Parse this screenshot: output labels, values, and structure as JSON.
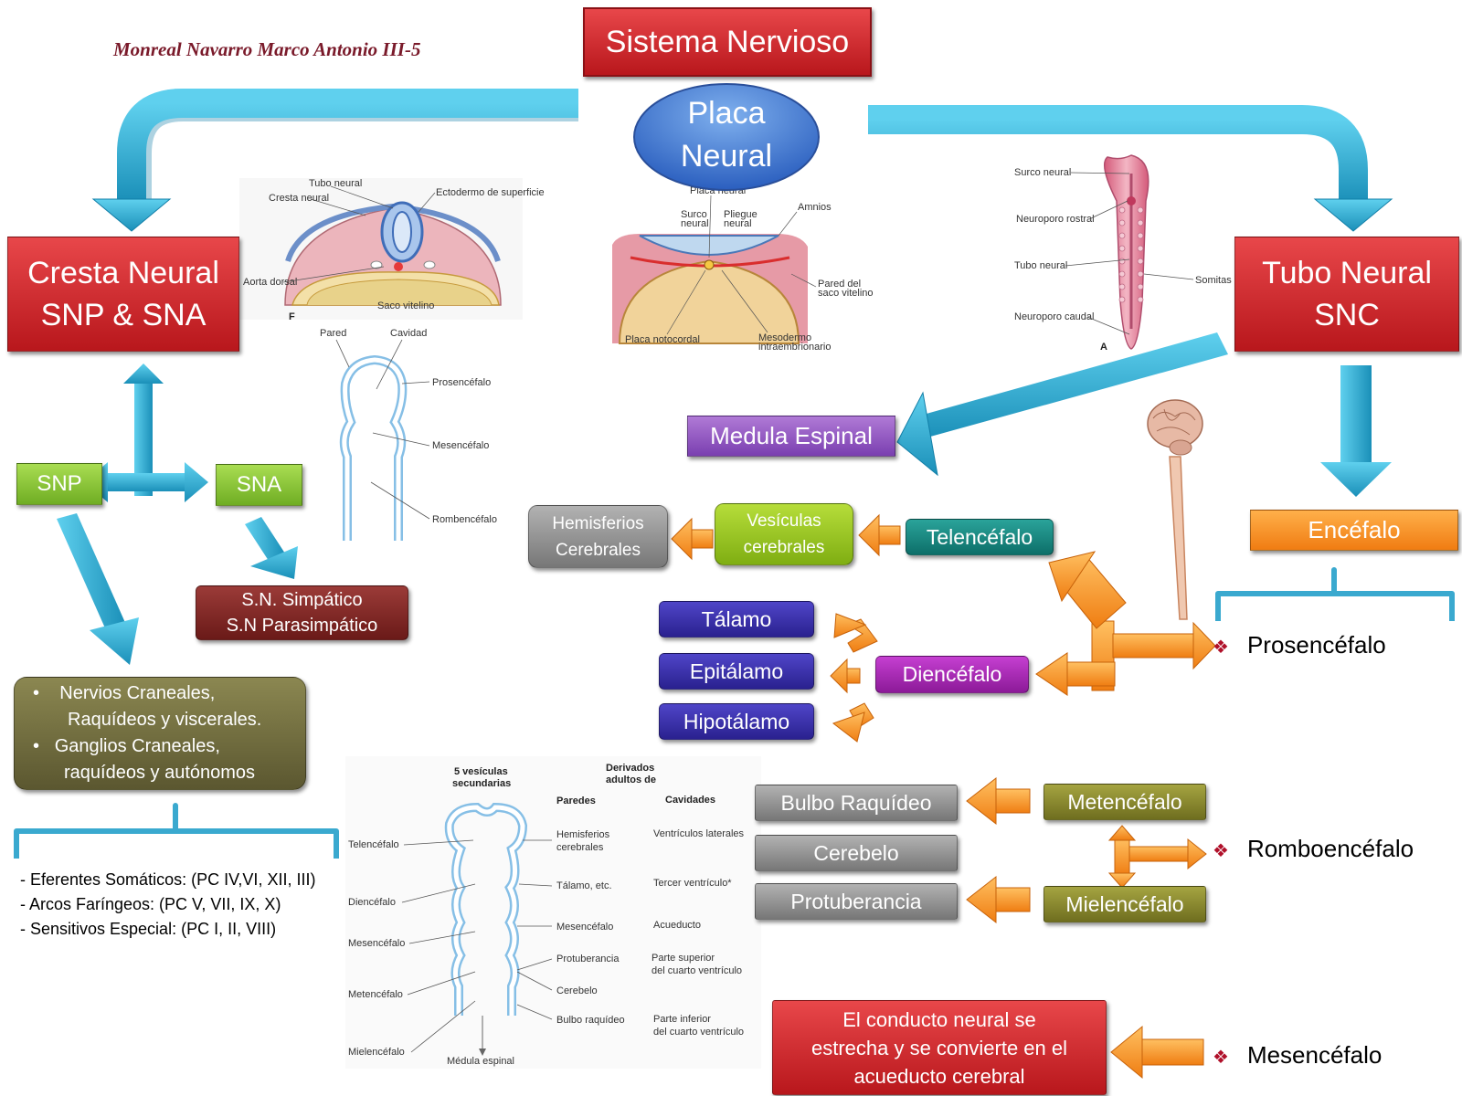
{
  "author": "Monreal Navarro Marco Antonio III-5",
  "title": "Sistema Nervioso",
  "center": {
    "line1": "Placa",
    "line2": "Neural"
  },
  "cresta": {
    "line1": "Cresta Neural",
    "line2": "SNP & SNA"
  },
  "tubo": {
    "line1": "Tubo Neural",
    "line2": "SNC"
  },
  "snp": "SNP",
  "sna": "SNA",
  "simpatico": {
    "line1": "S.N. Simpático",
    "line2": "S.N Parasimpático"
  },
  "nervios": {
    "bullet": "•",
    "line1": "Nervios Craneales,",
    "line2": "Raquídeos y viscerales.",
    "line3": "Ganglios Craneales,",
    "line4": "raquídeos y autónomos"
  },
  "efferents": [
    "- Eferentes Somáticos:  (PC IV,VI, XII, III)",
    "- Arcos Faríngeos: (PC V, VII, IX, X)",
    "- Sensitivos Especial: (PC I, II, VIII)"
  ],
  "medula": "Medula Espinal",
  "encefalo": "Encéfalo",
  "hemisferios": {
    "line1": "Hemisferios",
    "line2": "Cerebrales"
  },
  "vesiculas": {
    "line1": "Vesículas",
    "line2": "cerebrales"
  },
  "telencefalo": "Telencéfalo",
  "talamo": "Tálamo",
  "epitalamo": "Epitálamo",
  "hipotalamo": "Hipotálamo",
  "diencefalo": "Diencéfalo",
  "bulbo": "Bulbo Raquídeo",
  "cerebelo": "Cerebelo",
  "protuberancia": "Protuberancia",
  "metencefalo": "Metencéfalo",
  "mielencefalo": "Mielencéfalo",
  "conducto": {
    "line1": "El conducto neural se",
    "line2": "estrecha y se convierte en el",
    "line3": "acueducto cerebral"
  },
  "bullet_mark": "❖",
  "prosencefalo": "Prosencéfalo",
  "romboencefalo": "Romboencéfalo",
  "mesencefalo": "Mesencéfalo",
  "fig1": {
    "tubo": "Tubo neural",
    "cresta": "Cresta neural",
    "ecto": "Ectodermo de superficie",
    "aorta": "Aorta dorsal",
    "saco": "Saco vitelino",
    "letter": "F"
  },
  "fig2": {
    "pared": "Pared",
    "cavidad": "Cavidad",
    "pros": "Prosencéfalo",
    "mes": "Mesencéfalo",
    "romb": "Rombencéfalo"
  },
  "fig3": {
    "placa": "Placa neural",
    "surco1": "Surco",
    "surco2": "neural",
    "pliegue1": "Pliegue",
    "pliegue2": "neural",
    "amnios": "Amnios",
    "pared1": "Pared del",
    "pared2": "saco vitelino",
    "notocordal": "Placa notocordal",
    "meso1": "Mesodermo",
    "meso2": "intraembrionario"
  },
  "fig4": {
    "surco": "Surco neural",
    "rostral": "Neuroporo rostral",
    "tubo": "Tubo neural",
    "somitas": "Somitas",
    "caudal": "Neuroporo caudal",
    "letter": "A"
  },
  "fig5": {
    "vesiculas1": "5 vesículas",
    "vesiculas2": "secundarias",
    "derivados1": "Derivados",
    "derivados2": "adultos de",
    "paredes": "Paredes",
    "cavidades": "Cavidades",
    "left": [
      "Telencéfalo",
      "Diencéfalo",
      "Mesencéfalo",
      "Metencéfalo",
      "Mielencéfalo"
    ],
    "hemis1": "Hemisferios",
    "hemis2": "cerebrales",
    "talamo": "Tálamo, etc.",
    "mes": "Mesencéfalo",
    "prot": "Protuberancia",
    "cereb": "Cerebelo",
    "bulbo": "Bulbo raquídeo",
    "vent": "Ventrículos laterales",
    "tercer": "Tercer ventrículo*",
    "acueducto": "Acueducto",
    "sup1": "Parte superior",
    "sup2": "del cuarto ventrículo",
    "inf1": "Parte inferior",
    "inf2": "del cuarto ventrículo",
    "medula": "Médula espinal"
  }
}
